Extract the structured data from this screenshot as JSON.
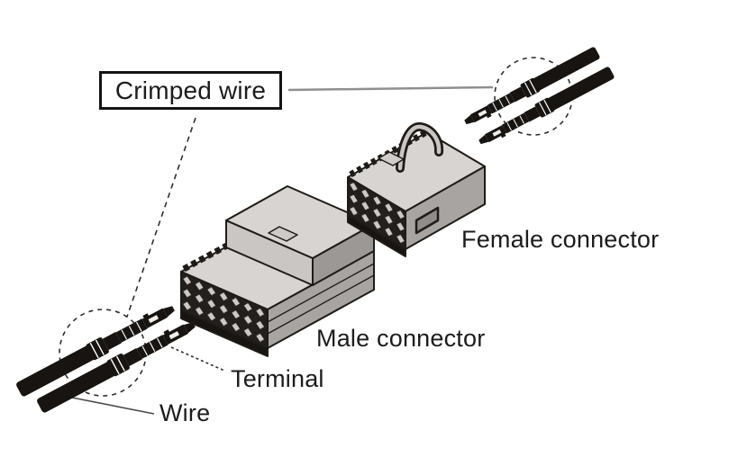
{
  "diagram": {
    "labels": {
      "crimped_wire": "Crimped wire",
      "female_connector": "Female connector",
      "male_connector": "Male connector",
      "terminal": "Terminal",
      "wire": "Wire"
    },
    "components": [
      "crimped-wire-pair-upper-right",
      "crimped-wire-pair-lower-left",
      "female-connector-housing",
      "male-connector-housing"
    ],
    "colors": {
      "background": "#ffffff",
      "outline": "#1e1b18",
      "housing_top": "#d7d4d1",
      "housing_side": "#a7a4a1",
      "housing_front": "#c9c6c3",
      "cavity_face": "#221f1c",
      "cavity_hole": "#ccc9c5",
      "wire": "#171412",
      "leader_solid_gray": "#8f8f8f",
      "leader_dashed": "#2e2e2e"
    }
  }
}
